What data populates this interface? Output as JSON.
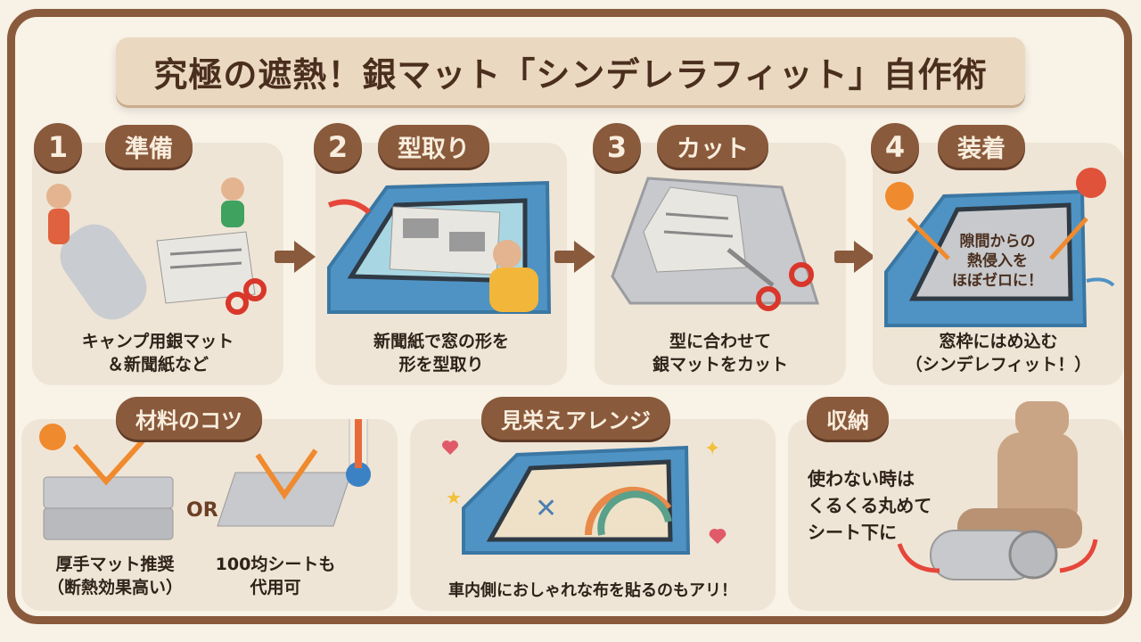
{
  "title": "究極の遮熱！銀マット「シンデレラフィット」自作術",
  "steps": [
    {
      "number": "1",
      "label": "準備",
      "caption_line1": "キャンプ用銀マット",
      "caption_line2": "＆新聞紙など"
    },
    {
      "number": "2",
      "label": "型取り",
      "caption_line1": "新聞紙で窓の形を",
      "caption_line2": "形を型取り"
    },
    {
      "number": "3",
      "label": "カット",
      "caption_line1": "型に合わせて",
      "caption_line2": "銀マットをカット"
    },
    {
      "number": "4",
      "label": "装着",
      "caption_line1": "窓枠にはめ込む",
      "caption_line2": "（シンデレフィット！）",
      "callout_line1": "隙間からの",
      "callout_line2": "熱侵入を",
      "callout_line3": "ほぼゼロに！"
    }
  ],
  "tips": {
    "materials": {
      "label": "材料のコツ",
      "or_label": "OR",
      "option1_line1": "厚手マット推奨",
      "option1_line2": "（断熱効果高い）",
      "option2_line1": "100均シートも",
      "option2_line2": "代用可"
    },
    "arrange": {
      "label": "見栄えアレンジ",
      "caption": "車内側におしゃれな布を貼るのもアリ！"
    },
    "storage": {
      "label": "収納",
      "line1": "使わない時は",
      "line2": "くるくる丸めて",
      "line3": "シート下に"
    }
  },
  "colors": {
    "brown": "#8a5a3c",
    "cream": "#f8f2e7",
    "car_blue": "#4f93c4",
    "accent_orange": "#f08a2e"
  }
}
